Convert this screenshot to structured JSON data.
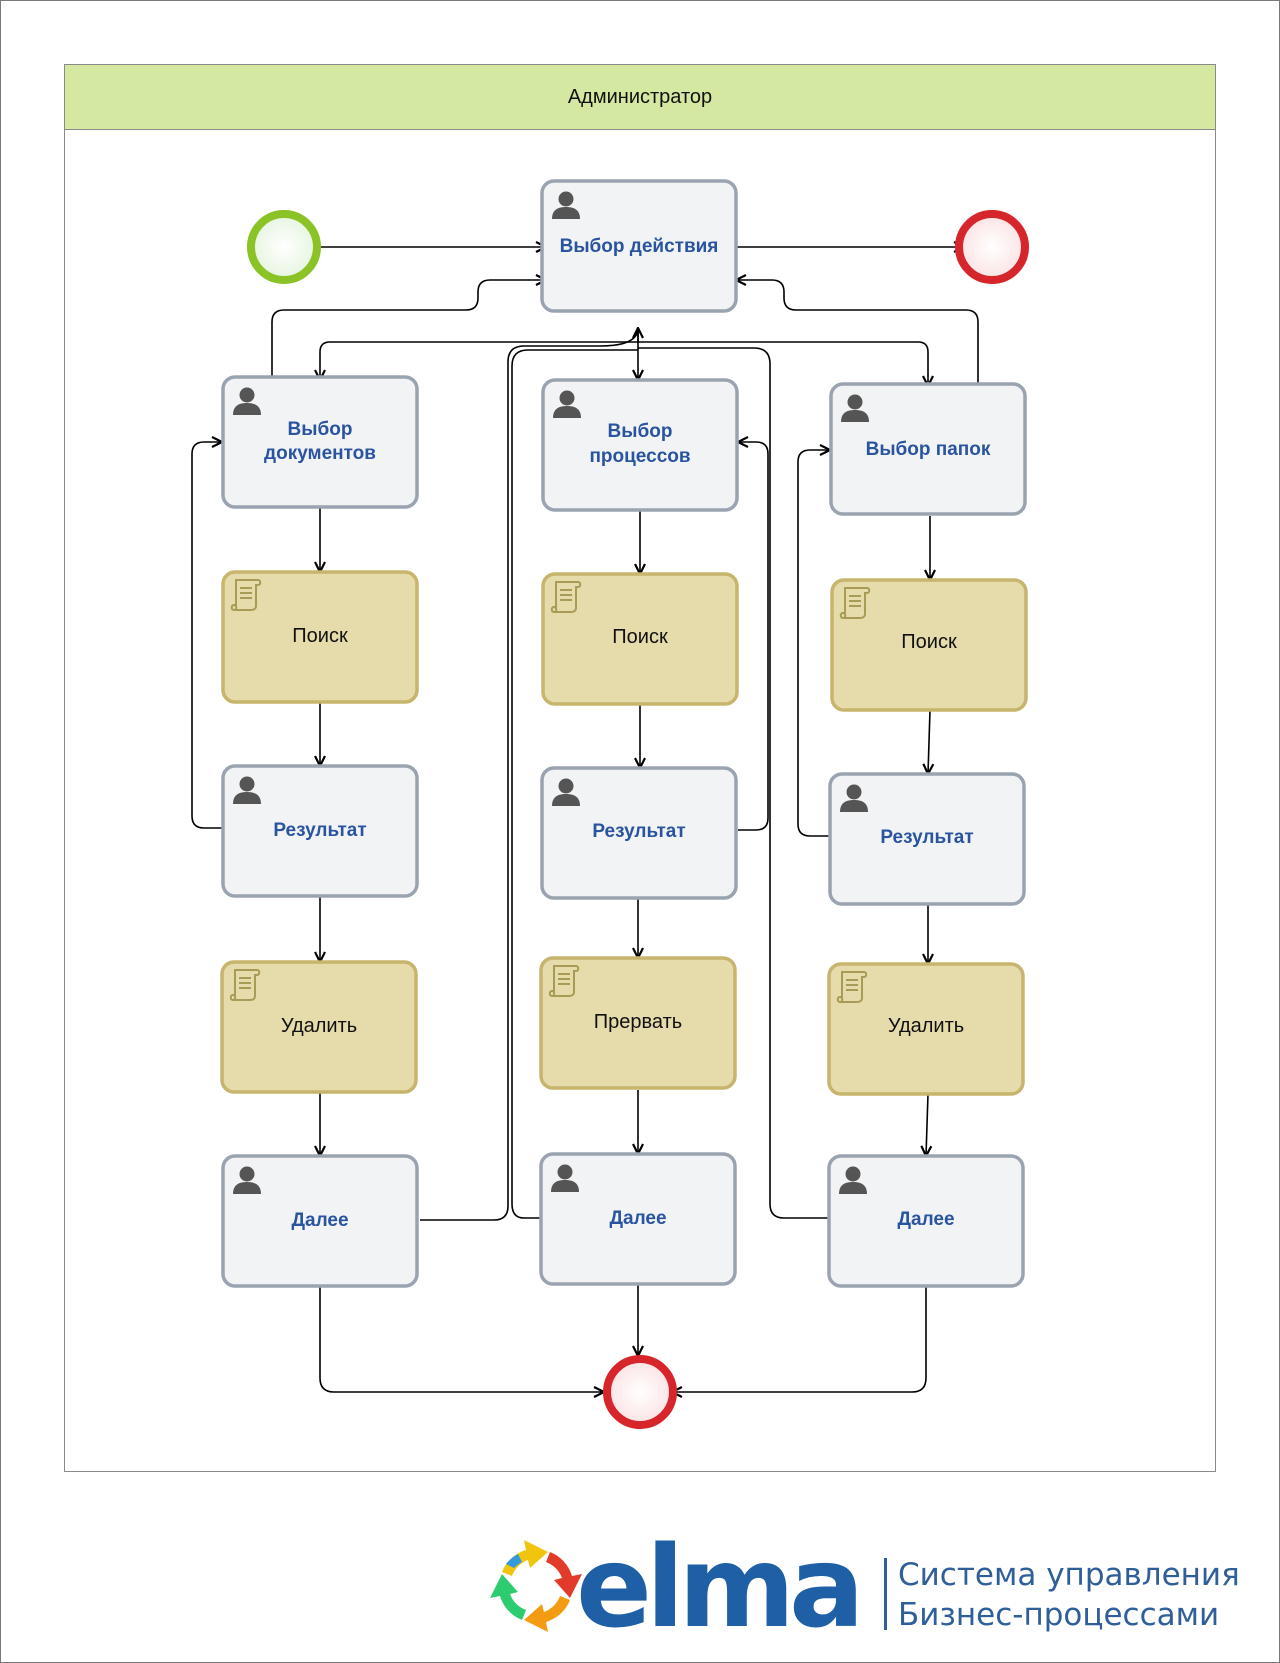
{
  "lane": {
    "name": "Администратор"
  },
  "tasks": {
    "choose_action": "Выбор действия",
    "choose_docs_1": "Выбор",
    "choose_docs_2": "документов",
    "choose_procs_1": "Выбор",
    "choose_procs_2": "процессов",
    "choose_folders": "Выбор папок",
    "search_docs": "Поиск",
    "search_procs": "Поиск",
    "search_folders": "Поиск",
    "result_docs": "Результат",
    "result_procs": "Результат",
    "result_folders": "Результат",
    "delete_docs": "Удалить",
    "abort_procs": "Прервать",
    "delete_folders": "Удалить",
    "next_docs": "Далее",
    "next_procs": "Далее",
    "next_folders": "Далее"
  },
  "brand": {
    "logo_text": "elma",
    "tagline_1": "Система управления",
    "tagline_2": "Бизнес-процессами"
  },
  "colors": {
    "lane_header": "#d5e8a1",
    "user_task_fill": "#f2f3f5",
    "user_task_stroke": "#9aa3b0",
    "script_task_fill": "#e5dbab",
    "script_task_stroke": "#c7b56d",
    "start_event": "#8bc226",
    "end_event": "#d7262b",
    "task_label_blue": "#2a54a0",
    "brand_blue": "#2f5f9a"
  }
}
